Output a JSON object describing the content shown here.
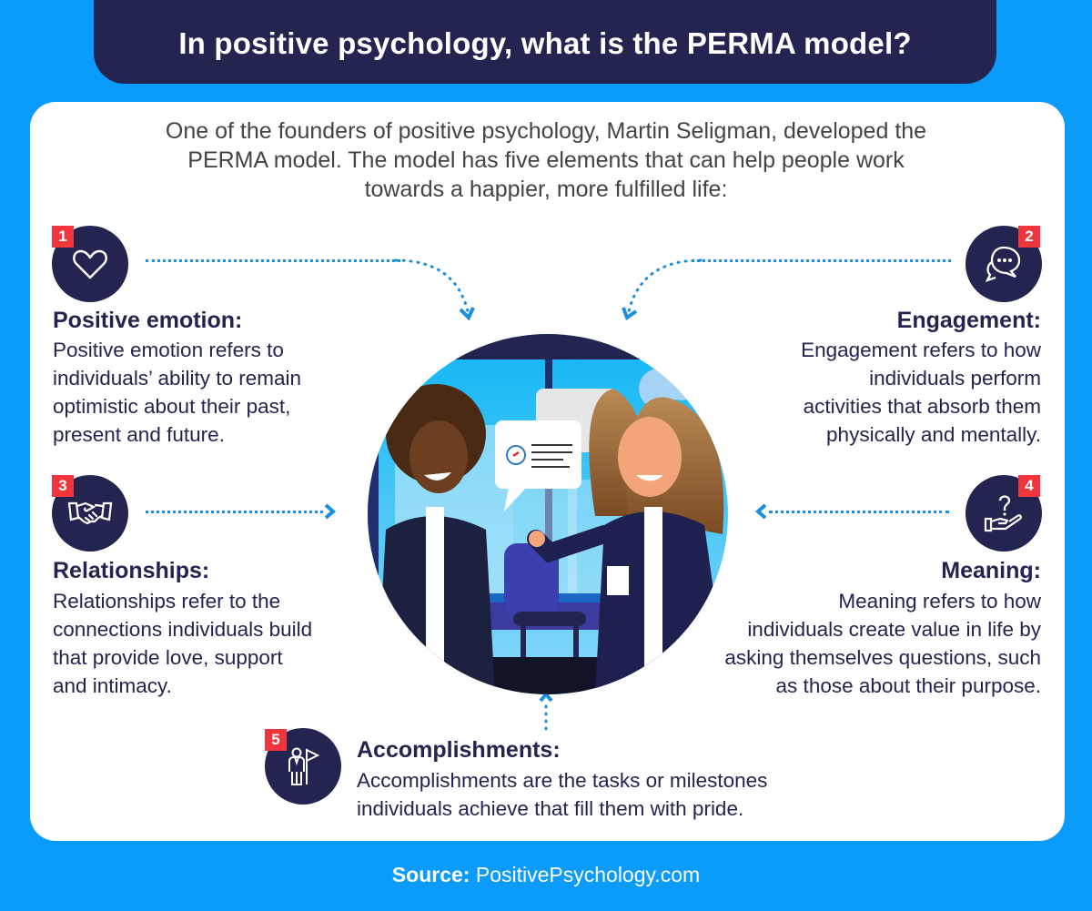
{
  "header": {
    "title": "In positive psychology, what is the PERMA model?"
  },
  "intro": {
    "lines": [
      "One of the founders of positive psychology, Martin Seligman, developed the",
      "PERMA model. The model has five elements that can help people work",
      "towards a happier, more fulfilled life:"
    ]
  },
  "elements": [
    {
      "number": "1",
      "icon": "heart-icon",
      "title": "Positive emotion:",
      "lines": [
        "Positive emotion refers to",
        "individuals’ ability to remain",
        "optimistic about their past,",
        "present and future."
      ]
    },
    {
      "number": "2",
      "icon": "chat-bubbles-icon",
      "title": "Engagement:",
      "lines": [
        "Engagement refers to how",
        "individuals perform",
        "activities that absorb them",
        "physically and mentally."
      ]
    },
    {
      "number": "3",
      "icon": "handshake-icon",
      "title": "Relationships:",
      "lines": [
        "Relationships refer to the",
        "connections individuals build",
        "that provide love, support",
        "and intimacy."
      ]
    },
    {
      "number": "4",
      "icon": "question-hand-icon",
      "title": "Meaning:",
      "lines": [
        "Meaning refers to how",
        "individuals create value in life by",
        "asking themselves questions, such",
        "as those about their purpose."
      ]
    },
    {
      "number": "5",
      "icon": "person-flag-icon",
      "title": "Accomplishments:",
      "lines": [
        "Accomplishments are the tasks or milestones",
        "individuals achieve that fill them with pride."
      ]
    }
  ],
  "footer": {
    "source_label": "Source:",
    "source_value": " PositivePsychology.com"
  },
  "colors": {
    "background": "#0a9bfb",
    "navy": "#23244f",
    "badge_red": "#f0363c",
    "dotted_arrow": "#1a8fe0",
    "card": "#ffffff"
  }
}
